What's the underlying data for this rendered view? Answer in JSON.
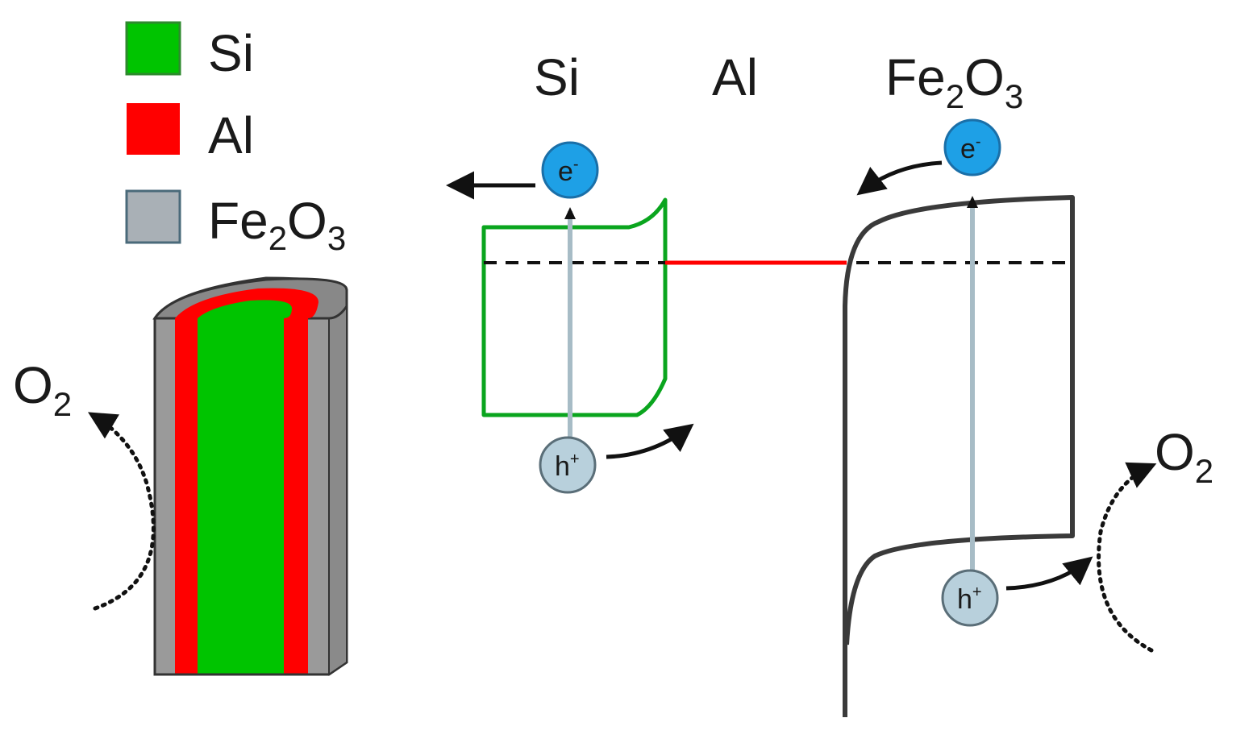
{
  "legend": {
    "items": [
      {
        "label": "Si",
        "color": "#00c400"
      },
      {
        "label": "Al",
        "color": "#ff0000"
      },
      {
        "label": "Fe",
        "sub": "2",
        "label2": "O",
        "sub2": "3",
        "color": "#a9b0b6"
      }
    ]
  },
  "band_labels": {
    "si": "Si",
    "al": "Al",
    "fe": {
      "a": "Fe",
      "b": "2",
      "c": "O",
      "d": "3"
    }
  },
  "particles": {
    "electron": {
      "text": "e",
      "sup": "-",
      "color": "#1ea0e6"
    },
    "hole": {
      "text": "h",
      "sup": "+",
      "color": "#b8d0dc"
    }
  },
  "oxygen": {
    "text": "O",
    "sub": "2"
  },
  "colors": {
    "si": "#0aa51e",
    "al": "#ff0000",
    "fe": "#3a3a3a",
    "shell": "#999999",
    "transition": "#a7bcc6"
  }
}
